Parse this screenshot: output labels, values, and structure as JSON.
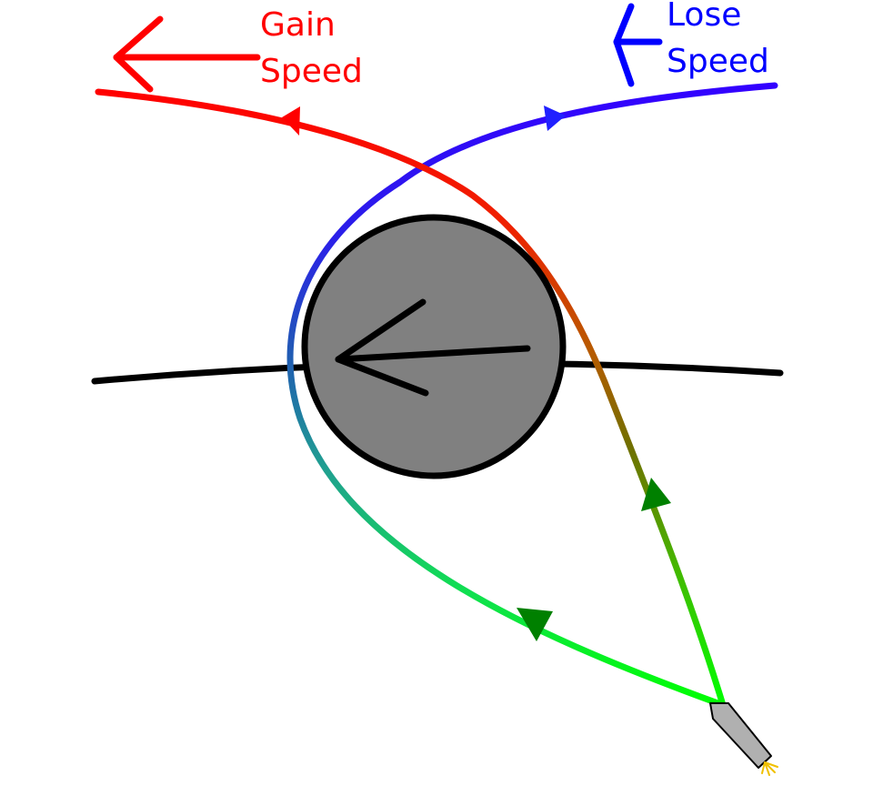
{
  "labels": {
    "gain_line1": "Gain",
    "gain_line2": "Speed",
    "lose_line1": "Lose",
    "lose_line2": "Speed"
  },
  "colors": {
    "gain": "#ff0000",
    "lose": "#0000ff",
    "planet_fill": "#808080",
    "planet_stroke": "#000000",
    "orbit": "#000000",
    "path_green": "#00ff00",
    "arrowhead_dark_green": "#008000",
    "probe": "#b0b0b0",
    "exhaust": "#f0c000"
  },
  "icons": [
    "left-arrow-red",
    "left-arrow-blue",
    "planet-velocity-arrow",
    "spacecraft-probe"
  ]
}
